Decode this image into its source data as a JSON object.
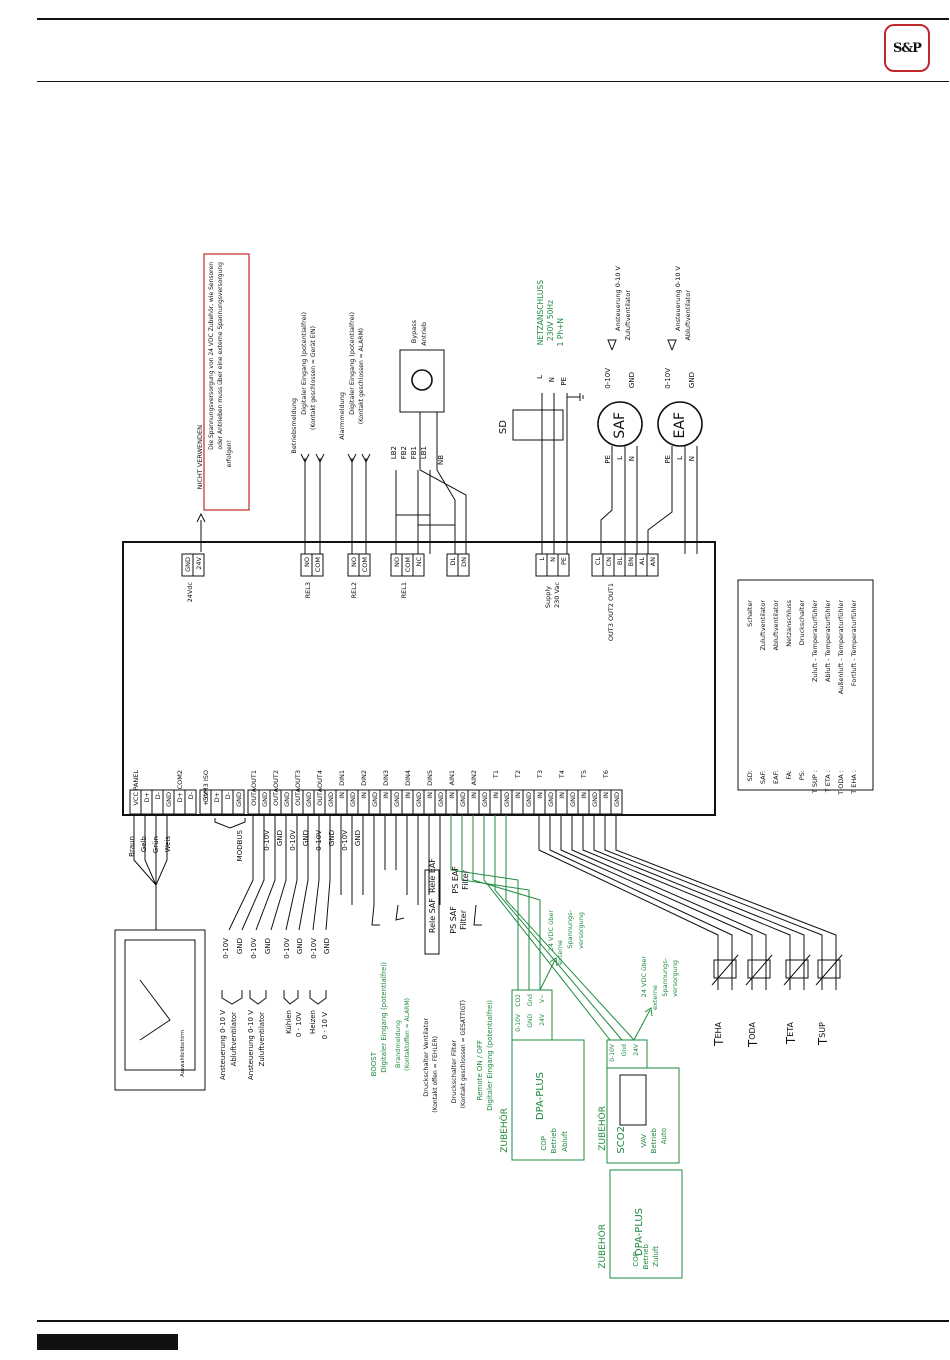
{
  "header": {
    "logo_text": "S&P"
  },
  "warning": {
    "title": "NICHT VERWENDEN",
    "lines": [
      "Die Spannungsversorgung von 24 VDC Zubehör, wie Sensoren",
      "oder Antrieben muss über eine externe Spannungsversorgung",
      "erfolgen!"
    ]
  },
  "top_terminals": {
    "power24": {
      "pins": [
        "GND",
        "24V"
      ],
      "caption": "24Vdc"
    },
    "rel3": {
      "pins": [
        "NO",
        "COM"
      ],
      "caption": "REL3"
    },
    "rel2": {
      "pins": [
        "NO",
        "COM"
      ],
      "caption": "REL2"
    },
    "rel1": {
      "pins": [
        "NO",
        "COM",
        "NC"
      ],
      "caption": "REL1"
    },
    "dl_dn": {
      "pins": [
        "DL",
        "DN"
      ]
    },
    "supply": {
      "pins": [
        "L",
        "N",
        "PE"
      ],
      "caption1": "230 Vac",
      "caption2": "Supply"
    },
    "outs": {
      "pins": [
        "CL",
        "CN",
        "BL",
        "BN",
        "AL",
        "AN"
      ],
      "caption": "OUT3 OUT2 OUT1"
    }
  },
  "relay_notes": {
    "rel3": [
      "Betriebsmeldung",
      "Digitaler Eingang (potentialfrei)",
      "(Kontakt geschlossen = Gerät EIN)"
    ],
    "rel2": [
      "Alarmmeldung",
      "Digitaler Eingang (potentialfrei)",
      "(Kontakt geschlossen = ALARM)"
    ]
  },
  "bypass": {
    "label": [
      "Bypass",
      "Antrieb"
    ],
    "wires": [
      "LB2",
      "FB2",
      "FB1",
      "LB1",
      "NB"
    ]
  },
  "sd": {
    "label": "SD",
    "wires": [
      "L",
      "N",
      "PE"
    ]
  },
  "mains": {
    "lines": [
      "NETZANSCHLUSS",
      "230V 50Hz",
      "1 Ph+N"
    ]
  },
  "saf": {
    "label": "SAF",
    "wires": [
      "PE",
      "L",
      "N"
    ],
    "signal": [
      "0-10V",
      "GND"
    ],
    "note": [
      "Ansteuerung 0-10 V",
      "Zuluftventilator"
    ]
  },
  "eaf": {
    "label": "EAF",
    "wires": [
      "PE",
      "L",
      "N"
    ],
    "signal": [
      "0-10V",
      "GND"
    ],
    "note": [
      "Ansteuerung 0-10 V",
      "Abluftventilator"
    ]
  },
  "bottom_terminals": {
    "groups": [
      {
        "name": "PANEL",
        "pins": [
          "VCC",
          "D+",
          "D-",
          "GND"
        ]
      },
      {
        "name": "COM2",
        "pins": [
          "D+",
          "D-"
        ]
      },
      {
        "name": "COM3 ISO",
        "pins": [
          "+5V",
          "D+",
          "D-",
          "GND"
        ]
      },
      {
        "name": "AOUT1",
        "pins": [
          "OUT",
          "GND"
        ]
      },
      {
        "name": "AOUT2",
        "pins": [
          "OUT",
          "GND"
        ]
      },
      {
        "name": "AOUT3",
        "pins": [
          "OUT",
          "GND"
        ]
      },
      {
        "name": "AOUT4",
        "pins": [
          "OUT",
          "GND"
        ]
      },
      {
        "name": "DIN1",
        "pins": [
          "IN",
          "GND"
        ]
      },
      {
        "name": "DIN2",
        "pins": [
          "IN",
          "GND"
        ]
      },
      {
        "name": "DIN3",
        "pins": [
          "IN",
          "GND"
        ]
      },
      {
        "name": "DIN4",
        "pins": [
          "IN",
          "GND"
        ]
      },
      {
        "name": "DIN5",
        "pins": [
          "IN",
          "GND"
        ]
      },
      {
        "name": "AIN1",
        "pins": [
          "IN",
          "GND"
        ]
      },
      {
        "name": "AIN2",
        "pins": [
          "IN",
          "GND"
        ]
      },
      {
        "name": "T1",
        "pins": [
          "IN",
          "GND"
        ]
      },
      {
        "name": "T2",
        "pins": [
          "IN",
          "GND"
        ]
      },
      {
        "name": "T3",
        "pins": [
          "IN",
          "GND"
        ]
      },
      {
        "name": "T4",
        "pins": [
          "IN",
          "GND"
        ]
      },
      {
        "name": "T5",
        "pins": [
          "IN",
          "GND"
        ]
      },
      {
        "name": "T6",
        "pins": [
          "IN",
          "GND"
        ]
      }
    ]
  },
  "panel_wires": [
    "Braun",
    "Gelb",
    "Grün",
    "Weis"
  ],
  "modbus": "MODBUS",
  "aout_wires": [
    "0-10V",
    "GND",
    "0-10V",
    "GND",
    "0-10V",
    "GND",
    "0-10V",
    "GND"
  ],
  "aout_small": [
    "0-10V",
    "GND",
    "0-10V",
    "GND",
    "0-10V",
    "GND",
    "0-10V",
    "GND"
  ],
  "aout_notes": {
    "a": [
      "Ansteuerung 0-10 V",
      "Abluftventilator"
    ],
    "b": [
      "Ansteuerung 0-10 V",
      "Zuluftventilator"
    ],
    "c": [
      "Kühlen",
      "0 - 10V"
    ],
    "d": [
      "Heizen",
      "0 - 10 V"
    ]
  },
  "din_labels": {
    "rele_eaf": "Rele EAF",
    "rele_saf": "Rele SAF",
    "ps_saf": [
      "PS SAF",
      "Filter"
    ],
    "ps_eaf": [
      "PS EAF",
      "Filter"
    ]
  },
  "din_notes": {
    "boost": [
      "BOOST",
      "Digitaler Eingang (potentialfrei)"
    ],
    "brand": [
      "Brandmeldung",
      "(Kontaktoffen = ALARM)"
    ],
    "druck_v": [
      "Druckschalter Ventilator",
      "(Kontakt offen = FEHLER)"
    ],
    "druck_f": [
      "Druckschalter Filter",
      "(Kontakt geschlossen = GESÄTTIGT)"
    ],
    "remote": [
      "Remote ON / OFF",
      "Digitaler Eingang (potentialfrei)"
    ]
  },
  "ain_supply": {
    "a": [
      "24 VDC über",
      "externe",
      "Spannungs-",
      "versorgung"
    ],
    "b": [
      "24 VDC über",
      "externe",
      "Spannungs-",
      "versorgung"
    ]
  },
  "acc1": {
    "tag": "ZUBEHÖR",
    "title": "DPA-PLUS",
    "sub": [
      "COP",
      "Betrieb",
      "Abluft"
    ],
    "pins": [
      "0-10V",
      "GND",
      "24V"
    ],
    "pins2": [
      "CO2",
      "Gnd",
      "V~"
    ]
  },
  "acc2": {
    "tag": "ZUBEHÖR",
    "title": "SCO2",
    "sub": [
      "VAV",
      "Betrieb",
      "Auto"
    ],
    "pins": [
      "0-10V",
      "Gnd",
      "24V"
    ]
  },
  "acc3": {
    "tag": "ZUBEHÖR",
    "title": "DPA-PLUS",
    "sub": [
      "COP",
      "Betrieb",
      "Zuluft"
    ]
  },
  "sensors": [
    {
      "name": "T",
      "sub": "EHA"
    },
    {
      "name": "T",
      "sub": "ODA"
    },
    {
      "name": "T",
      "sub": "ETA"
    },
    {
      "name": "T",
      "sub": "SUP"
    }
  ],
  "legend": {
    "items": [
      {
        "k": "SD:",
        "v": "Schalter"
      },
      {
        "k": "SAF:",
        "v": "Zuluftventilator"
      },
      {
        "k": "EAF:",
        "v": "Abluftventilator"
      },
      {
        "k": "FA:",
        "v": "Netzanschluss"
      },
      {
        "k": "PS:",
        "v": "Druckschalter"
      },
      {
        "k": "T SUP :",
        "v": "Zuluft - Temperaturfühler"
      },
      {
        "k": "T ETA :",
        "v": "Abluft - Temperaturfühler"
      },
      {
        "k": "T ODA :",
        "v": "Außenluft - Temperaturfühler"
      },
      {
        "k": "T EHA :",
        "v": "Fortluft - Temperaturfühler"
      }
    ]
  },
  "panel_device": {
    "text": "Auswahlbildschirm"
  },
  "colors": {
    "line": "#111111",
    "accent_green": "#1e8a3e",
    "warn_red": "#c0282d",
    "logo_red": "#c0282d"
  }
}
